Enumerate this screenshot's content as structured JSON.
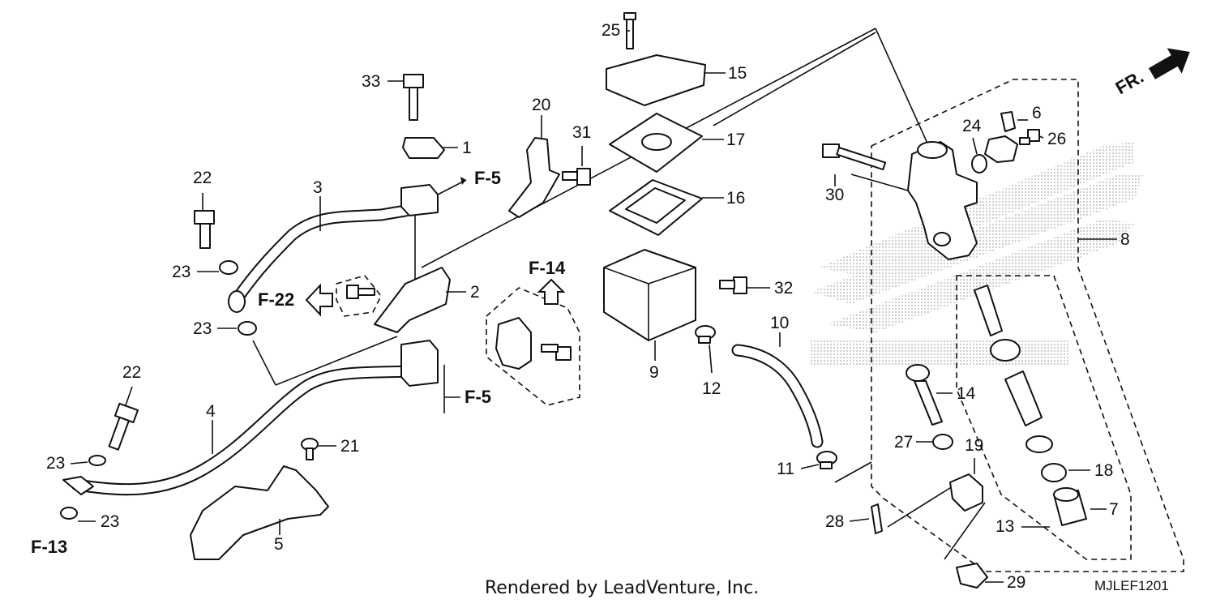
{
  "callouts": {
    "c1": "1",
    "c2": "2",
    "c3": "3",
    "c4": "4",
    "c5": "5",
    "c6": "6",
    "c7": "7",
    "c8": "8",
    "c9": "9",
    "c10": "10",
    "c11": "11",
    "c12": "12",
    "c13": "13",
    "c14": "14",
    "c15": "15",
    "c16": "16",
    "c17": "17",
    "c18": "18",
    "c19": "19",
    "c20": "20",
    "c21": "21",
    "c22a": "22",
    "c22b": "22",
    "c23a": "23",
    "c23b": "23",
    "c23c": "23",
    "c23d": "23",
    "c24": "24",
    "c25": "25",
    "c26": "26",
    "c27": "27",
    "c28": "28",
    "c29": "29",
    "c30": "30",
    "c31": "31",
    "c32": "32",
    "c33": "33"
  },
  "references": {
    "f5_top": "F-5",
    "f5_bottom": "F-5",
    "f14": "F-14",
    "f22": "F-22",
    "f13": "F-13"
  },
  "direction": "FR.",
  "footer": {
    "credit": "Rendered by LeadVenture, Inc.",
    "diagram_code": "MJLEF1201"
  }
}
